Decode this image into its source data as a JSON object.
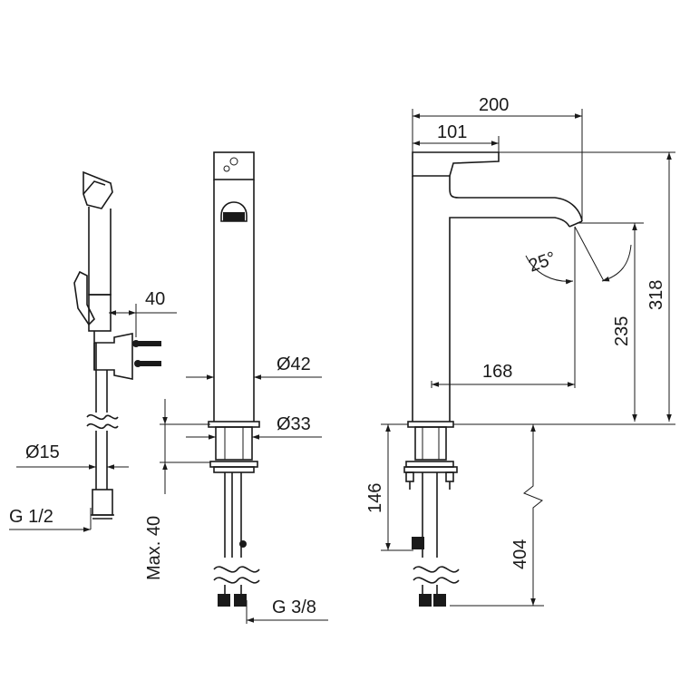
{
  "drawing": {
    "colors": {
      "line": "#1a1a1a",
      "background": "#ffffff"
    },
    "hand_shower": {
      "width_label": "40",
      "hose_diameter_label": "Ø15",
      "thread_label": "G 1/2"
    },
    "front_view": {
      "body_diameter_label": "Ø42",
      "base_diameter_label": "Ø33",
      "max_thickness_label": "Max. 40",
      "thread_label": "G 3/8"
    },
    "side_view": {
      "overall_depth_label": "200",
      "lever_depth_label": "101",
      "spout_reach_label": "168",
      "spout_angle_label": "25°",
      "spout_height_label": "235",
      "total_height_label": "318",
      "shank_length_label": "146",
      "hose_length_label": "404"
    }
  }
}
